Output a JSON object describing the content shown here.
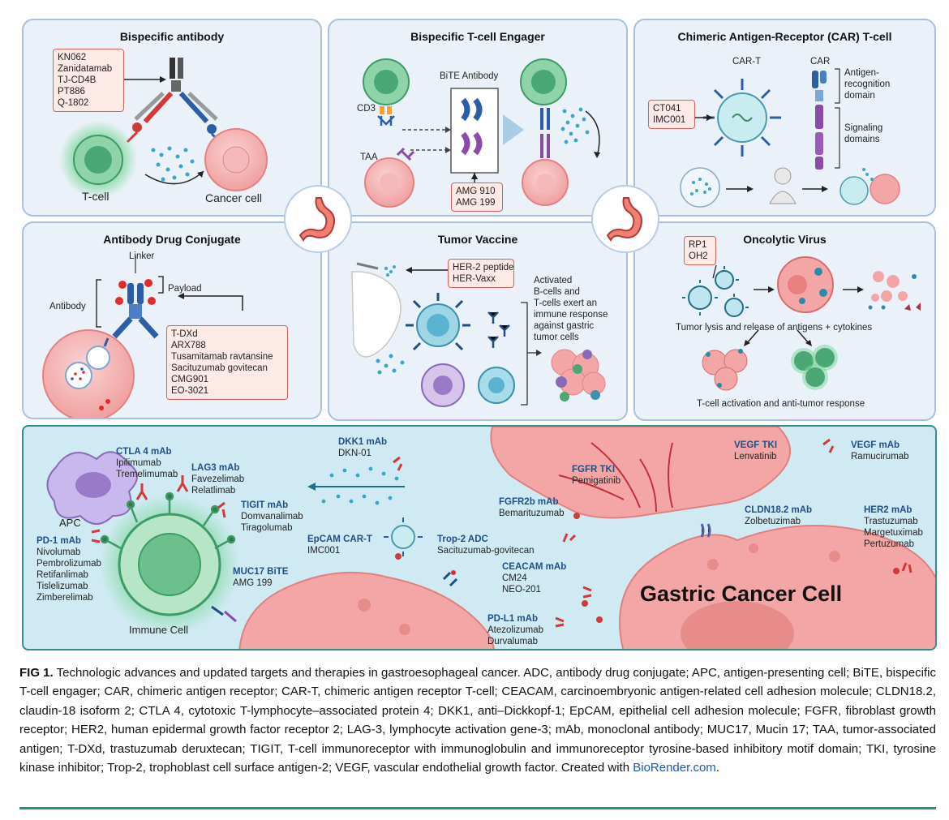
{
  "panels": {
    "bispecific_antibody": {
      "title": "Bispecific antibody",
      "drugs": [
        "KN062",
        "Zanidatamab",
        "TJ-CD4B",
        "PT886",
        "Q-1802"
      ],
      "t_cell": "T-cell",
      "cancer_cell": "Cancer cell"
    },
    "bite": {
      "title": "Bispecific T-cell Engager",
      "bite_antibody": "BiTE Antibody",
      "cd3": "CD3",
      "taa": "TAA",
      "drugs": [
        "AMG 910",
        "AMG 199"
      ]
    },
    "car_t": {
      "title": "Chimeric Antigen-Receptor (CAR) T-cell",
      "car_t_label": "CAR-T",
      "car_label": "CAR",
      "antigen_domain": [
        "Antigen-",
        "recognition",
        "domain"
      ],
      "signaling_domain": [
        "Signaling",
        "domains"
      ],
      "drugs": [
        "CT041",
        "IMC001"
      ]
    },
    "adc": {
      "title": "Antibody Drug Conjugate",
      "linker": "Linker",
      "payload": "Payload",
      "antibody": "Antibody",
      "drugs": [
        "T-DXd",
        "ARX788",
        "Tusamitamab ravtansine",
        "Sacituzumab govitecan",
        "CMG901",
        "EO-3021"
      ]
    },
    "vaccine": {
      "title": "Tumor Vaccine",
      "drugs": [
        "HER-2 peptide",
        "HER-Vaxx"
      ],
      "activated_text": [
        "Activated",
        "B-cells and",
        "T-cells exert an",
        "immune response",
        "against gastric",
        "tumor cells"
      ]
    },
    "oncolytic": {
      "title": "Oncolytic Virus",
      "drugs": [
        "RP1",
        "OH2"
      ],
      "lysis_text": "Tumor lysis and release of antigens + cytokines",
      "tcell_text": "T-cell activation and anti-tumor response"
    }
  },
  "bottom": {
    "apc": "APC",
    "immune_cell": "Immune Cell",
    "gastric_cancer_cell": "Gastric Cancer Cell",
    "targets": {
      "ctla4": {
        "title": "CTLA 4 mAb",
        "drugs": [
          "Ipilimumab",
          "Tremelimumab"
        ]
      },
      "lag3": {
        "title": "LAG3 mAb",
        "drugs": [
          "Favezelimab",
          "Relatlimab"
        ]
      },
      "tigit": {
        "title": "TIGIT mAb",
        "drugs": [
          "Domvanalimab",
          "Tiragolumab"
        ]
      },
      "pd1": {
        "title": "PD-1 mAb",
        "drugs": [
          "Nivolumab",
          "Pembrolizumab",
          "Retifanlimab",
          "Tislelizumab",
          "Zimberelimab"
        ]
      },
      "muc17": {
        "title": "MUC17 BiTE",
        "drugs": [
          "AMG 199"
        ]
      },
      "dkk1": {
        "title": "DKK1 mAb",
        "drugs": [
          "DKN-01"
        ]
      },
      "epcam": {
        "title": "EpCAM CAR-T",
        "drugs": [
          "IMC001"
        ]
      },
      "trop2": {
        "title": "Trop-2 ADC",
        "drugs": [
          "Sacituzumab-govitecan"
        ]
      },
      "fgfr_tki": {
        "title": "FGFR TKI",
        "drugs": [
          "Pemigatinib"
        ]
      },
      "vegf_tki": {
        "title": "VEGF TKI",
        "drugs": [
          "Lenvatinib"
        ]
      },
      "vegf_mab": {
        "title": "VEGF mAb",
        "drugs": [
          "Ramucirumab"
        ]
      },
      "fgfr2b": {
        "title": "FGFR2b mAb",
        "drugs": [
          "Bemarituzumab"
        ]
      },
      "cldn": {
        "title": "CLDN18.2 mAb",
        "drugs": [
          "Zolbetuzimab"
        ]
      },
      "her2": {
        "title": "HER2 mAb",
        "drugs": [
          "Trastuzumab",
          "Margetuximab",
          "Pertuzumab"
        ]
      },
      "ceacam": {
        "title": "CEACAM mAb",
        "drugs": [
          "CM24",
          "NEO-201"
        ]
      },
      "pdl1": {
        "title": "PD-L1 mAb",
        "drugs": [
          "Atezolizumab",
          "Durvalumab"
        ]
      }
    }
  },
  "caption": {
    "fig_label": "FIG 1.",
    "text": "Technologic advances and updated targets and therapies in gastroesophageal cancer. ADC, antibody drug conjugate; APC, antigen-presenting cell; BiTE, bispecific T-cell engager; CAR, chimeric antigen receptor; CAR-T, chimeric antigen receptor T-cell; CEACAM, carcinoembryonic antigen-related cell adhesion molecule; CLDN18.2, claudin-18 isoform 2; CTLA 4, cytotoxic T-lymphocyte–associated protein 4; DKK1, anti–Dickkopf-1; EpCAM, epithelial cell adhesion molecule; FGFR, fibroblast growth receptor; HER2, human epidermal growth factor receptor 2; LAG-3, lymphocyte activation gene-3; mAb, monoclonal antibody; MUC17, Mucin 17; TAA, tumor-associated antigen; T-DXd, trastuzumab deruxtecan; TIGIT, T-cell immunoreceptor with immunoglobulin and immunoreceptor tyrosine-based inhibitory motif domain; TKI, tyrosine kinase inhibitor; Trop-2, trophoblast cell surface antigen-2; VEGF, vascular endothelial growth factor. Created with",
    "link_text": "BioRender.com",
    "end": "."
  },
  "colors": {
    "panel_bg": "#eaf1f9",
    "panel_border": "#a9c1dc",
    "bottom_bg": "#cfeaf2",
    "bottom_border": "#2f8f8a",
    "cancer_pink": "#f4a6a6",
    "tcell_green": "#7cc9a3",
    "target_blue": "#1f4f86",
    "link_blue": "#1a56b8",
    "rule_teal": "#2f8f7a"
  }
}
